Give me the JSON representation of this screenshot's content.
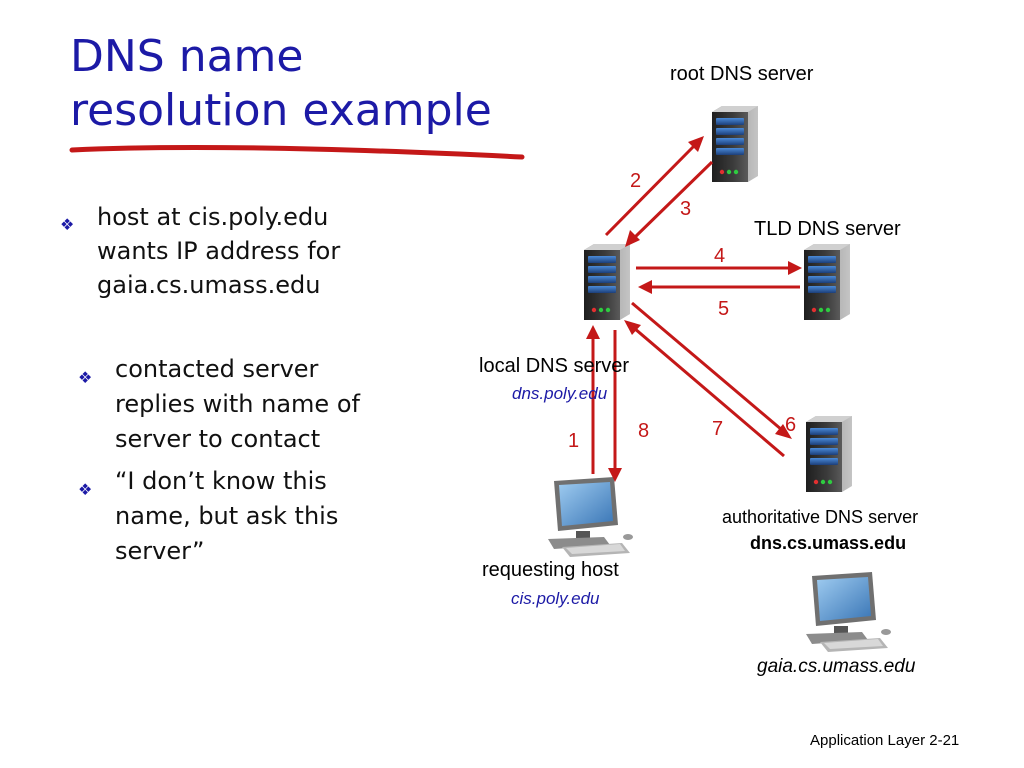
{
  "slide": {
    "title_lines": [
      "DNS name",
      "resolution example"
    ],
    "footer": "Application Layer 2-21"
  },
  "bullets": [
    {
      "lines": [
        "host at cis.poly.edu",
        "wants IP address for",
        "gaia.cs.umass.edu"
      ]
    },
    {
      "lines": [
        "contacted server",
        "replies with name of",
        "server to contact"
      ]
    },
    {
      "lines": [
        "“I don’t know this",
        "name, but ask this",
        "server”"
      ]
    }
  ],
  "nodes": {
    "root": {
      "label": "root DNS server"
    },
    "tld": {
      "label": "TLD DNS server"
    },
    "local": {
      "label": "local DNS server",
      "sublabel": "dns.poly.edu"
    },
    "authoritative": {
      "label": "authoritative DNS server",
      "sublabel": "dns.cs.umass.edu"
    },
    "requesting": {
      "label": "requesting host",
      "sublabel": "cis.poly.edu"
    },
    "gaia": {
      "label": "gaia.cs.umass.edu"
    }
  },
  "steps": [
    "1",
    "2",
    "3",
    "4",
    "5",
    "6",
    "7",
    "8"
  ],
  "colors": {
    "title": "#1c1aa6",
    "arrow": "#c41818",
    "underline": "#c41818",
    "sublabel": "#1c1aa6"
  }
}
